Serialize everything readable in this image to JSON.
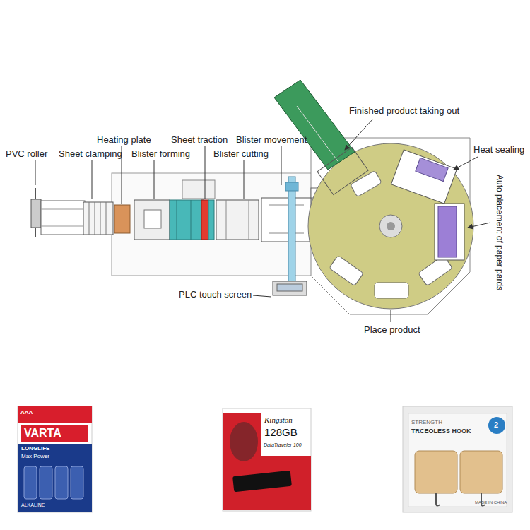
{
  "diagram": {
    "labels": [
      "PVC roller",
      "Sheet clamping",
      "Heating plate",
      "Blister forming",
      "Sheet traction",
      "Blister cutting",
      "Blister movement",
      "Finished product taking out",
      "Heat sealing",
      "Auto placement of paper pards",
      "PLC touch screen",
      "Place product",
      "AAA",
      "VARTA",
      "LONGLIFE",
      "Max Power",
      "ALKALINE",
      "Kingston",
      "128GB",
      "DataTraveler 100",
      "STRENGTH",
      "TRCEOLESS HOOK",
      "2",
      "MADE IN CHINA"
    ]
  }
}
